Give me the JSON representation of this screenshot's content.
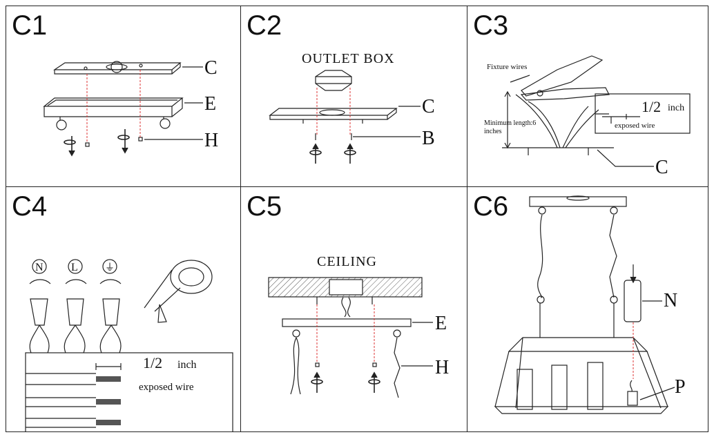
{
  "panels": {
    "c1": {
      "title": "C1",
      "labels": {
        "c": "C",
        "e": "E",
        "h": "H"
      }
    },
    "c2": {
      "title": "C2",
      "labels": {
        "outlet_box": "OUTLET BOX",
        "c": "C",
        "b": "B"
      }
    },
    "c3": {
      "title": "C3",
      "labels": {
        "fixture_wires": "Fixture wires",
        "minimum_length_1": "Minimum length:6",
        "minimum_length_2": "inches",
        "half": "1/2",
        "inch": "inch",
        "exposed_wire": "exposed wire",
        "c": "C"
      }
    },
    "c4": {
      "title": "C4",
      "labels": {
        "n": "N",
        "l": "L",
        "ground": "⏚",
        "half": "1/2",
        "inch": "inch",
        "exposed_wire": "exposed wire"
      }
    },
    "c5": {
      "title": "C5",
      "labels": {
        "ceiling": "CEILING",
        "e": "E",
        "h": "H"
      }
    },
    "c6": {
      "title": "C6",
      "labels": {
        "n": "N",
        "p": "P"
      }
    }
  },
  "colors": {
    "line": "#222222",
    "dashed_guide": "#d33333",
    "hatch": "#555555"
  }
}
